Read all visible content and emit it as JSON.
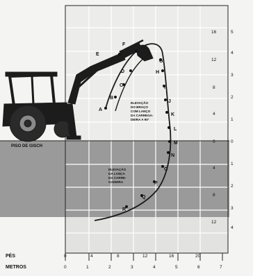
{
  "diagram": {
    "ground_label": "PISO DE GISCH",
    "annotation_upper": [
      "ELEVAÇÃO",
      "DO BRAÇO",
      "COM LANÇO",
      "DA CARREGA-",
      "DEIRA A 90°"
    ],
    "annotation_lower": [
      "ELEVAÇÃO",
      "DA LANÇA",
      "DA CARRE-",
      "GADEIRA"
    ],
    "point_letters": [
      "A",
      "B",
      "C",
      "D",
      "E",
      "F",
      "G",
      "H",
      "I",
      "J",
      "K",
      "L",
      "M",
      "N",
      "O",
      "P",
      "Q",
      "R"
    ],
    "right_scale_feet": [
      "16",
      "12",
      "8",
      "4",
      "0",
      "4",
      "8",
      "12"
    ],
    "right_scale_meters": [
      "5",
      "4",
      "3",
      "2",
      "1",
      "0",
      "1",
      "2",
      "3",
      "4"
    ],
    "bottom_feet_label": "PÉS",
    "bottom_feet_ticks": [
      "0",
      "4",
      "8",
      "12",
      "16",
      "20"
    ],
    "bottom_meters_label": "METROS",
    "bottom_meter_ticks": [
      "0",
      "1",
      "2",
      "3",
      "4",
      "5",
      "6",
      "7"
    ]
  },
  "colors": {
    "ground_band": "#9a9a9a",
    "grid_line": "#ffffff",
    "plot_bg": "#ececea",
    "machine": "#1c1c1c"
  }
}
